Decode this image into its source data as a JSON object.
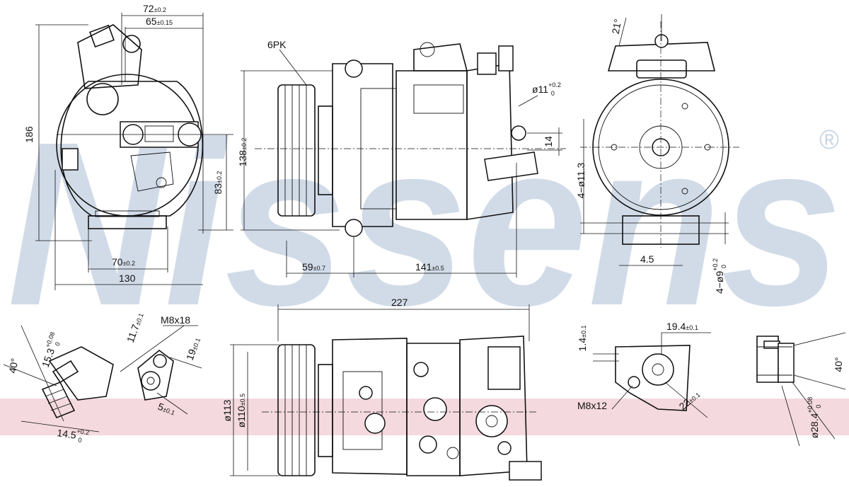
{
  "watermark": {
    "brand": "Nissens",
    "registered_mark": "®",
    "color": "#c9d5e4",
    "band_color": "#f4d9de"
  },
  "colors": {
    "line": "#111111",
    "background": "#ffffff"
  },
  "dimensions": {
    "d72": "72",
    "d72_tol": "±0.2",
    "d65": "65",
    "d65_tol": "±0.15",
    "d186": "186",
    "d83": "83",
    "d83_tol": "±0.2",
    "d70": "70",
    "d70_tol": "±0.2",
    "d130": "130",
    "pk": "6PK",
    "d138": "138",
    "d138_tol": "±0.2",
    "d59": "59",
    "d59_tol": "±0.7",
    "d141": "141",
    "d141_tol": "±0.5",
    "d11": "ø11",
    "d11_tol_up": "+0.2",
    "d11_tol_low": "0",
    "d14": "14",
    "a21": "21°",
    "d4x113": "4−ø11.3",
    "d45": "4.5",
    "d4x9": "4−ø9",
    "d4x9_tol_up": "+0.2",
    "d4x9_tol_low": "0",
    "d227": "227",
    "d113": "ø113",
    "d110": "ø110",
    "d110_tol": "±0.5",
    "a40l": "40°",
    "d153": "15.3",
    "d153_tol_up": "+0.08",
    "d153_tol_low": "0",
    "d145": "14.5",
    "d145_tol_up": "+0.2",
    "d145_tol_low": "0",
    "d117": "11.7",
    "d117_tol": "±0.1",
    "m8x18": "M8x18",
    "d19": "19",
    "d19_tol": "±0.1",
    "d5": "5",
    "d5_tol": "±0.1",
    "d14b": "1.4",
    "d14b_tol": "±0.1",
    "d194": "19.4",
    "d194_tol": "±0.1",
    "m8x12": "M8x12",
    "d22": "22",
    "d22_tol": "±0.1",
    "d284": "ø28.4",
    "d284_tol_up": "+0.08",
    "d284_tol_low": "0",
    "a40r": "40°"
  }
}
